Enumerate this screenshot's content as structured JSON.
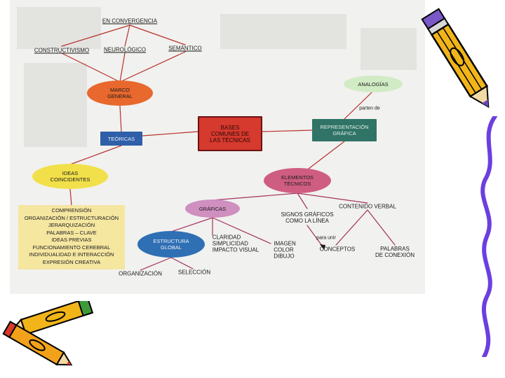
{
  "diagram": {
    "top_label": "EN CONVERGENCIA",
    "approaches": [
      "CONSTRUCTIVISMO",
      "NEUROLÓGICO",
      "SEMÁNTICO"
    ],
    "nodes": {
      "marco": "MARCO\nGENERAL",
      "teoricas": "TEÓRICAS",
      "bases": "BASES\nCOMUNES DE\nLAS TÉCNICAS",
      "representacion": "REPRESENTACIÓN\nGRÁFICA",
      "analogias": "ANALOGÍAS",
      "ideas": "IDEAS\nCOINCIDENTES",
      "elementos": "ELEMENTOS\nTÉCNICOS",
      "graficas": "GRÁFICAS",
      "estructura": "ESTRUCTURA\nGLOBAL"
    },
    "link_labels": {
      "parten_de": "parten de",
      "para_unir": "para unir"
    },
    "ideas_list": [
      "COMPRENSIÓN",
      "ORGANIZACIÓN / ESTRUCTURACIÓN",
      "JERARQUIZACIÓN",
      "PALABRAS – CLAVE",
      "IDEAS PREVIAS",
      "FUNCIONAMIENTO CEREBRAL",
      "INDIVIDUALIDAD E INTERACCIÓN",
      "EXPRESIÓN CREATIVA"
    ],
    "signos": "SIGNOS GRÁFICOS\nCOMO LA LÍNEA",
    "contenido_verbal": "CONTENIDO VERBAL",
    "claridad": "CLARIDAD\nSIMPLICIDAD\nIMPACTO VISUAL",
    "imagen": "IMAGEN\nCOLOR\nDIBUJO",
    "conceptos": "CONCEPTOS",
    "palabras_conexion": "PALABRAS\nDE CONEXIÓN",
    "organizacion": "ORGANIZACIÓN",
    "seleccion": "SELECCIÓN"
  },
  "colors": {
    "marco": "#e8682e",
    "teoricas": "#2f5fa8",
    "bases": "#d6392d",
    "representacion": "#2f7466",
    "analogias": "#d1ebc4",
    "ideas": "#f2e04a",
    "elementos": "#cf5d82",
    "graficas": "#cf8fbf",
    "estructura": "#2f6fb4",
    "box": "#f5e6a0",
    "line_red": "#b8302a",
    "line_magenta": "#a3325f"
  },
  "decorations": [
    "pencil-icon",
    "pencil-icon",
    "pencil-icon",
    "wavy-border"
  ]
}
